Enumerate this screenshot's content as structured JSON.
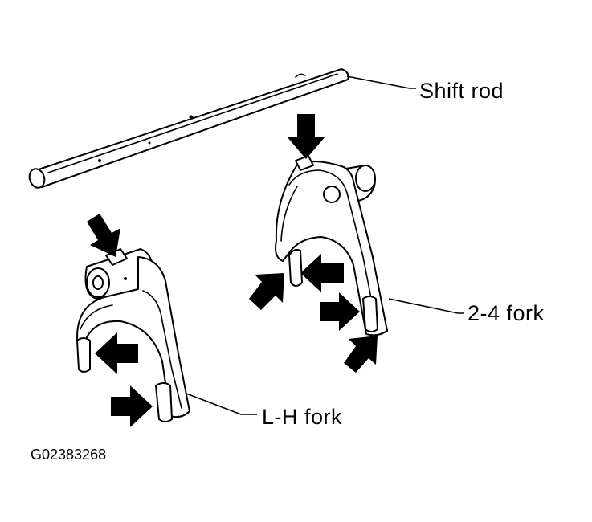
{
  "figure": {
    "code": "G02383268",
    "labels": {
      "shift_rod": "Shift rod",
      "fork_2_4": "2-4 fork",
      "fork_lh": "L-H fork"
    },
    "colors": {
      "ink": "#000000",
      "paper": "#ffffff"
    }
  }
}
